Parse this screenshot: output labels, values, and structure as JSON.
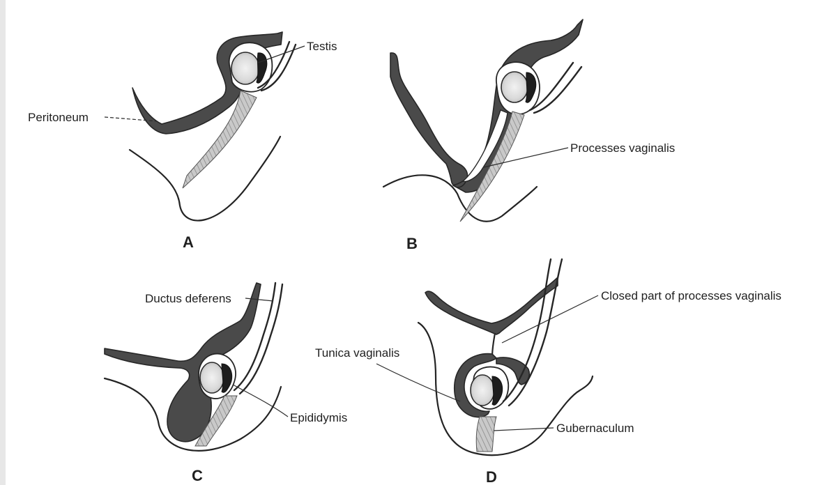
{
  "labels": {
    "testis": "Testis",
    "peritoneum": "Peritoneum",
    "processes_vaginalis": "Processes vaginalis",
    "ductus_deferens": "Ductus deferens",
    "epididymis": "Epididymis",
    "closed_part": "Closed part of processes vaginalis",
    "tunica_vaginalis": "Tunica vaginalis",
    "gubernaculum": "Gubernaculum"
  },
  "panels": {
    "a": "A",
    "b": "B",
    "c": "C",
    "d": "D"
  }
}
